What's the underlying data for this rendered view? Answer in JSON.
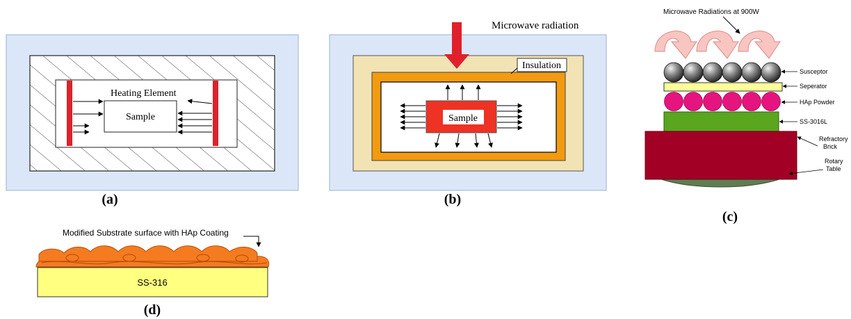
{
  "panel_a": {
    "element_label": "Heating Element",
    "sample_label": "Sample",
    "caption": "(a)"
  },
  "panel_b": {
    "radiation_label": "Microwave radiation",
    "insulation_label": "Insulation",
    "sample_label": "Sample",
    "caption": "(b)"
  },
  "panel_c": {
    "title": "Microwave Radiations at 900W",
    "labels": {
      "susceptor": "Susceptor",
      "separator": "Seperator",
      "hap_powder": "HAp Powder",
      "ss": "SS-3016L",
      "brick_1": "Refractory",
      "brick_2": "Brick",
      "table_1": "Rotary",
      "table_2": "Table"
    },
    "caption": "(c)"
  },
  "panel_d": {
    "coating_label": "Modified  Substrate surface with HAp Coating",
    "substrate_label": "SS-316",
    "caption": "(d)"
  },
  "colors": {
    "outer_frame": "#dbe7f8",
    "heater_red": "#e0202a",
    "insulation_outer": "#f2e3b5",
    "insulation_orange": "#f29a10",
    "sample_red": "#ee3223",
    "separator_yellow": "#ffff99",
    "hap_magenta": "#e6147e",
    "ss_green": "#5aa61e",
    "brick_maroon": "#a30025",
    "table_green": "#5e7e52",
    "coating_orange": "#f47b20",
    "substrate_yellow": "#ffff80",
    "arrow_pink": "#f9c5c0"
  }
}
